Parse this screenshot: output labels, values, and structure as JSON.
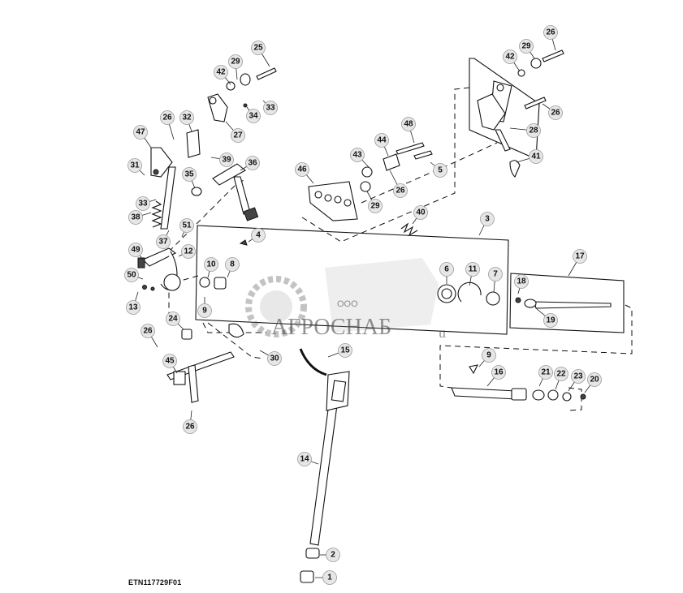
{
  "diagram": {
    "reference_code": "ETN117729F01",
    "watermark": {
      "company_prefix": "ООО",
      "company_name": "АГРОСНАБ",
      "suffix": "u"
    },
    "callouts": [
      "1",
      "2",
      "3",
      "4",
      "5",
      "6",
      "7",
      "8",
      "9",
      "9",
      "10",
      "11",
      "12",
      "13",
      "14",
      "15",
      "16",
      "17",
      "18",
      "19",
      "20",
      "21",
      "22",
      "23",
      "24",
      "25",
      "26",
      "26",
      "26",
      "26",
      "26",
      "26",
      "27",
      "28",
      "29",
      "29",
      "29",
      "30",
      "31",
      "32",
      "33",
      "33",
      "34",
      "35",
      "36",
      "37",
      "38",
      "39",
      "40",
      "41",
      "42",
      "42",
      "43",
      "44",
      "45",
      "46",
      "47",
      "48",
      "49",
      "50",
      "51"
    ]
  }
}
